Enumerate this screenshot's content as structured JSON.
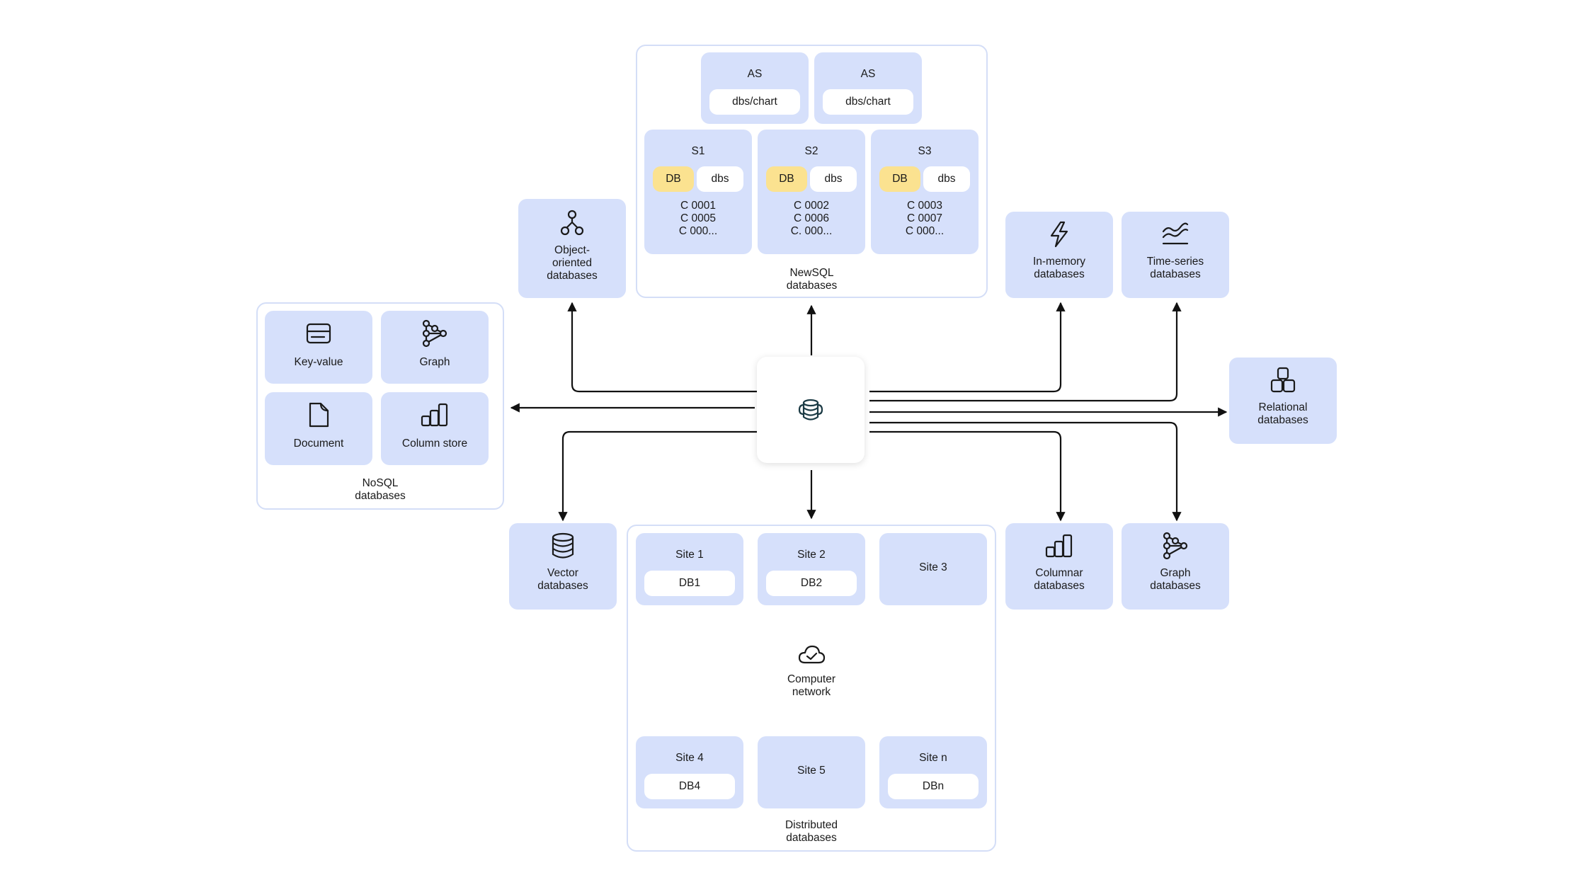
{
  "newsql": {
    "caption": "NewSQL\ndatabases",
    "as": [
      {
        "title": "AS",
        "pill": "dbs/chart"
      },
      {
        "title": "AS",
        "pill": "dbs/chart"
      }
    ],
    "servers": [
      {
        "title": "S1",
        "db": "DB",
        "dbs": "dbs",
        "codes": [
          "C 0001",
          "C 0005",
          "C 000..."
        ]
      },
      {
        "title": "S2",
        "db": "DB",
        "dbs": "dbs",
        "codes": [
          "C 0002",
          "C 0006",
          "C. 000..."
        ]
      },
      {
        "title": "S3",
        "db": "DB",
        "dbs": "dbs",
        "codes": [
          "C 0003",
          "C 0007",
          "C 000..."
        ]
      }
    ]
  },
  "object_oriented": {
    "label": "Object-\noriented\ndatabases",
    "icon": "object-network-icon"
  },
  "in_memory": {
    "label": "In-memory\ndatabases",
    "icon": "lightning-icon"
  },
  "time_series": {
    "label": "Time-series\ndatabases",
    "icon": "waves-icon"
  },
  "relational": {
    "label": "Relational\ndatabases",
    "icon": "cubes-icon"
  },
  "vector": {
    "label": "Vector\ndatabases",
    "icon": "database-icon"
  },
  "columnar": {
    "label": "Columnar\ndatabases",
    "icon": "column-chart-icon"
  },
  "graph_db": {
    "label": "Graph\ndatabases",
    "icon": "graph-icon"
  },
  "hub": {
    "icon": "database-cloud-icon"
  },
  "nosql": {
    "caption": "NoSQL\ndatabases",
    "items": [
      {
        "label": "Key-value",
        "icon": "key-value-icon"
      },
      {
        "label": "Graph",
        "icon": "graph-icon"
      },
      {
        "label": "Document",
        "icon": "document-icon"
      },
      {
        "label": "Column store",
        "icon": "column-chart-icon"
      }
    ]
  },
  "distributed": {
    "caption": "Distributed\ndatabases",
    "network": "Computer\nnetwork",
    "network_icon": "cloud-check-icon",
    "sites": [
      {
        "title": "Site 1",
        "db": "DB1"
      },
      {
        "title": "Site 2",
        "db": "DB2"
      },
      {
        "title": "Site 3",
        "db": ""
      },
      {
        "title": "Site 4",
        "db": "DB4"
      },
      {
        "title": "Site 5",
        "db": ""
      },
      {
        "title": "Site n",
        "db": "DBn"
      }
    ]
  },
  "colors": {
    "card": "#d6e0fb",
    "frame_border": "#d4def7",
    "db_pill": "#fbe290",
    "line": "#111111"
  }
}
